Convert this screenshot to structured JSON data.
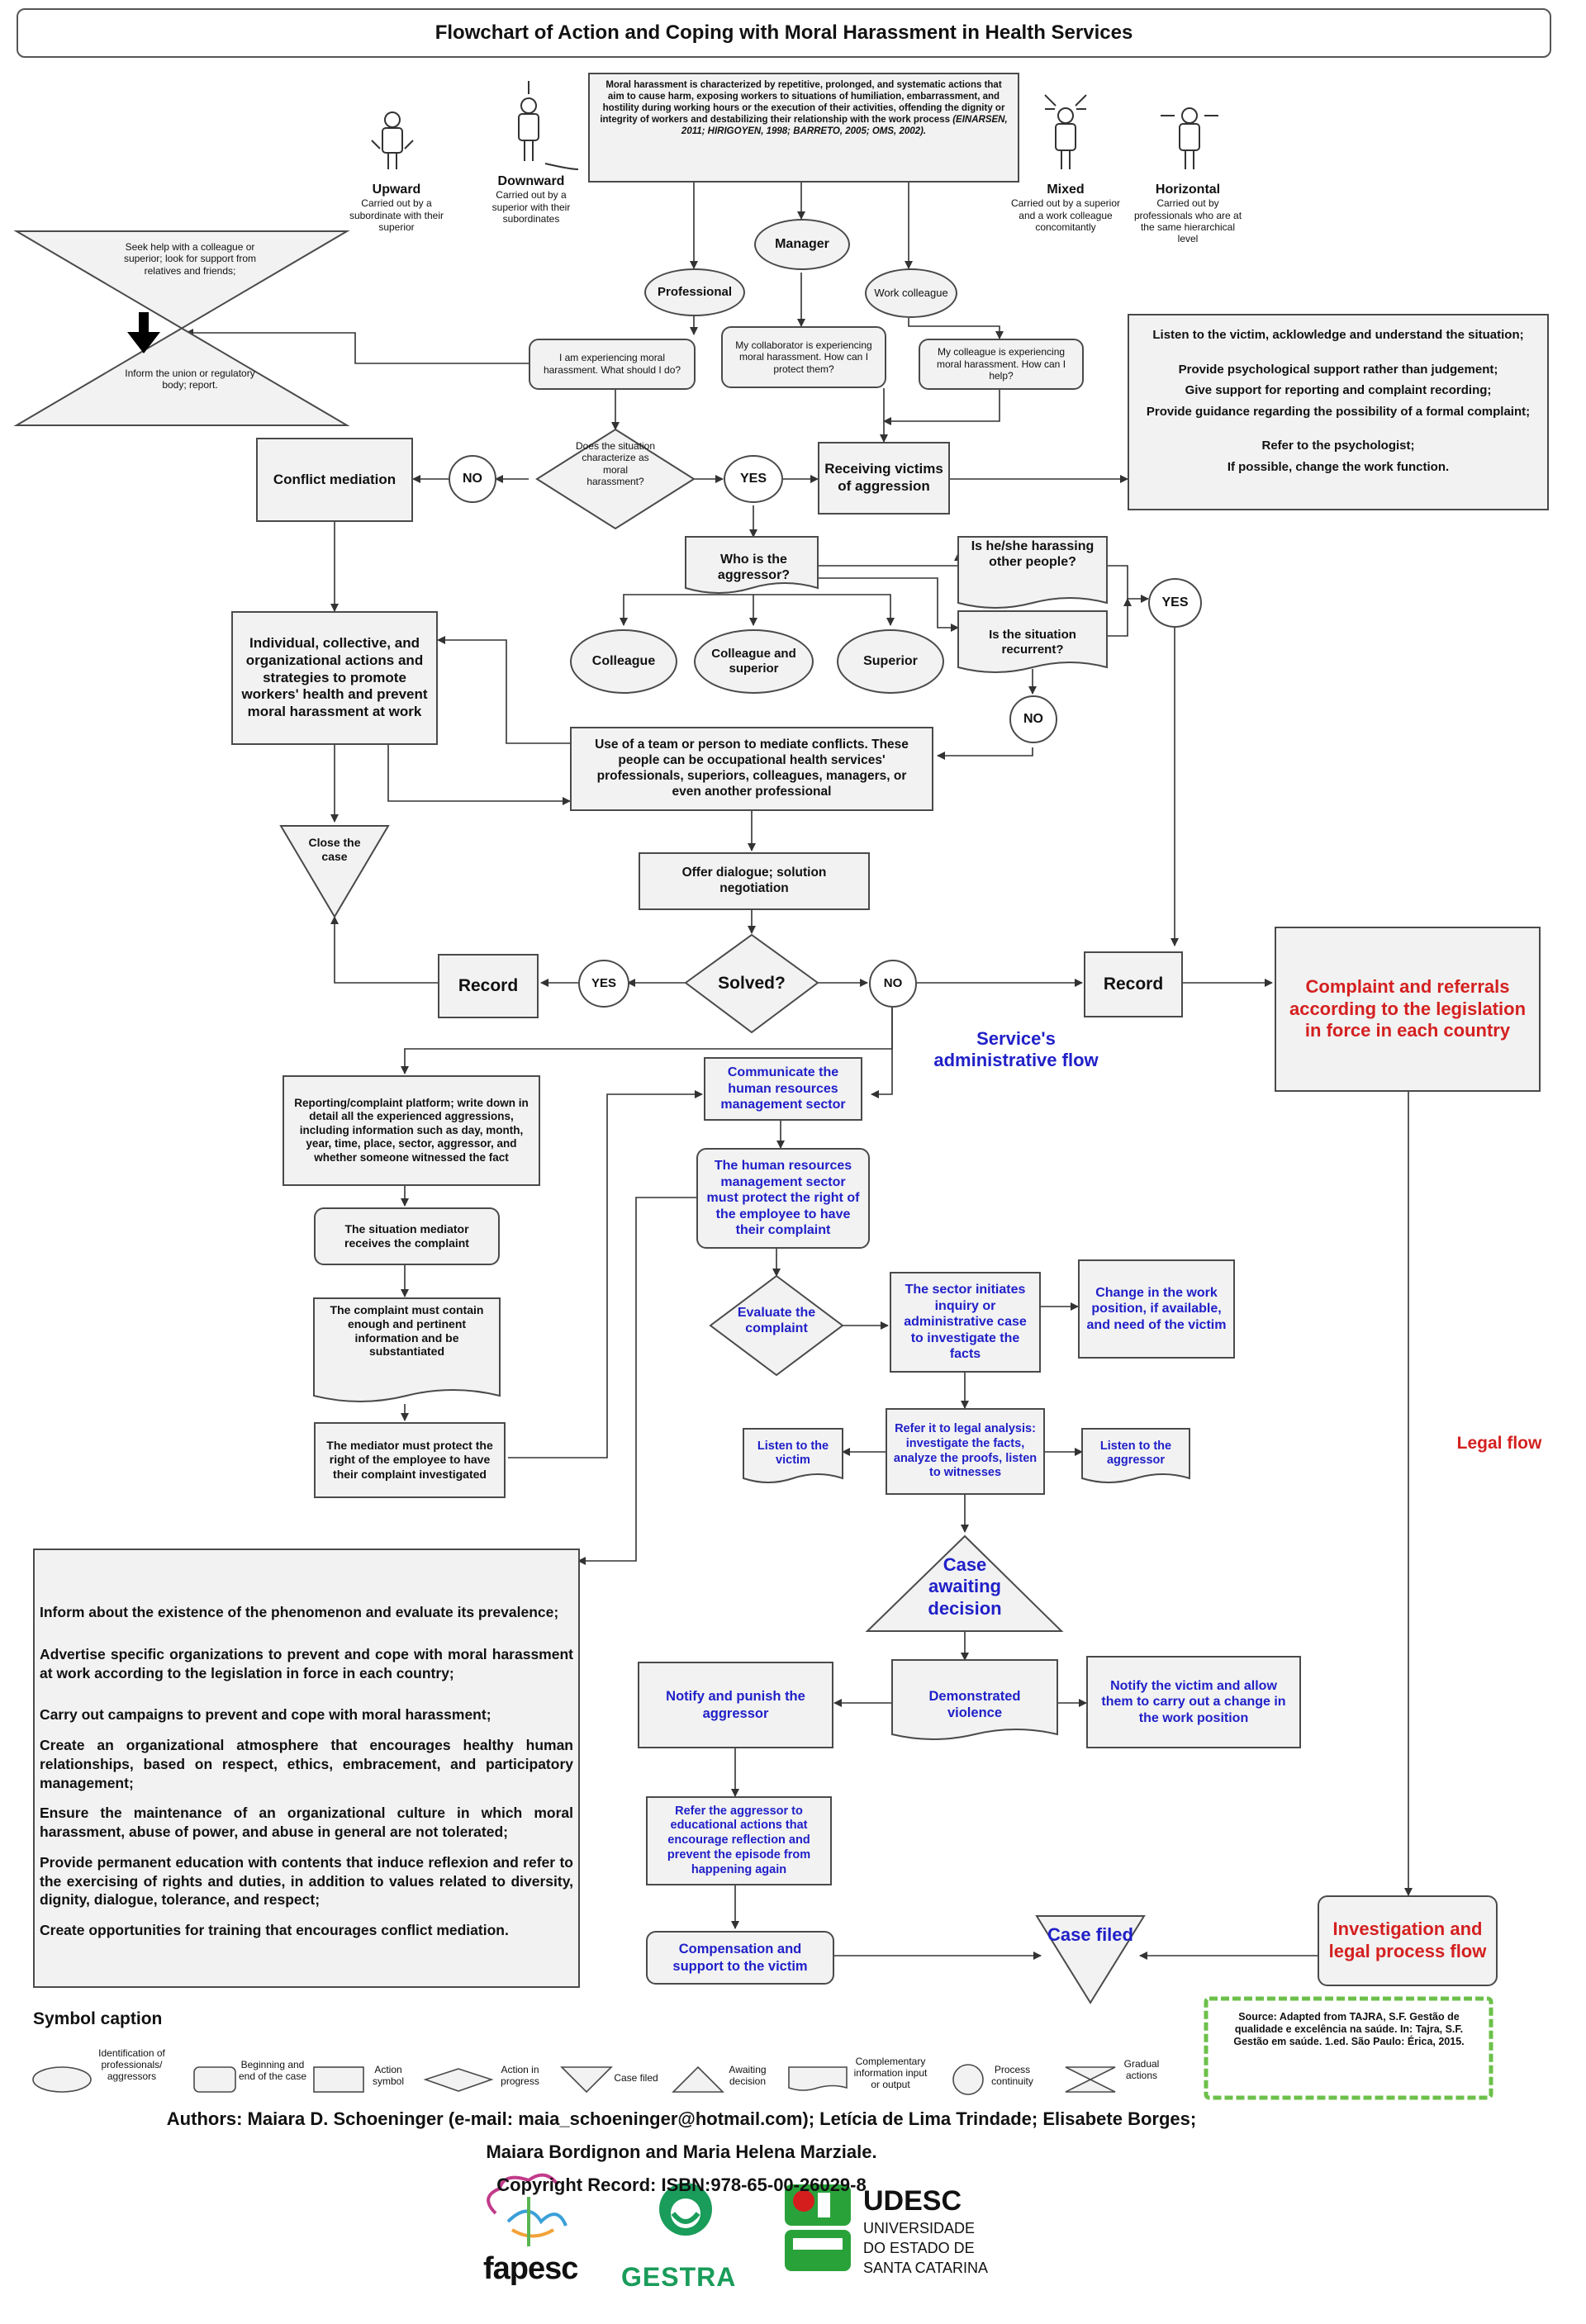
{
  "title": "Flowchart of Action and Coping with Moral Harassment in Health Services",
  "definition": {
    "text": "Moral harassment is characterized by repetitive, prolonged, and systematic actions that aim to cause harm, exposing workers to situations of humiliation, embarrassment, and hostility during working hours or the execution of their activities, offending the dignity or integrity of workers and destabilizing their relationship with the work process",
    "citation": "(EINARSEN, 2011; HIRIGOYEN, 1998; BARRETO, 2005; OMS, 2002)."
  },
  "types": [
    {
      "name": "Upward",
      "desc": "Carried out by a subordinate with their superior"
    },
    {
      "name": "Downward",
      "desc": "Carried out by a superior with their subordinates"
    },
    {
      "name": "Mixed",
      "desc": "Carried out by a superior and a work colleague concomitantly"
    },
    {
      "name": "Horizontal",
      "desc": "Carried out by professionals who are at the same hierarchical level"
    }
  ],
  "seek_help": {
    "top": "Seek help with a colleague or superior; look for support from relatives and friends;",
    "bottom": "Inform the union or regulatory body; report."
  },
  "actors": {
    "professional": "Professional",
    "manager": "Manager",
    "colleague": "Work colleague"
  },
  "statements": {
    "professional": "I am experiencing moral harassment. What should I do?",
    "manager": "My collaborator is experiencing moral harassment. How can I protect them?",
    "colleague": "My colleague is experiencing moral harassment. How can I help?"
  },
  "support_list": [
    "Listen to the victim, acklowledge and understand the situation;",
    "Provide psychological support rather than judgement;",
    "Give support for reporting and complaint recording;",
    "Provide guidance regarding the possibility of a formal complaint;",
    "Refer to the psychologist;",
    "If possible, change the work function."
  ],
  "decision_harassment": "Does the situation characterize as moral harassment?",
  "yes": "YES",
  "no": "NO",
  "conflict_mediation": "Conflict mediation",
  "receiving_victims": "Receiving victims of aggression",
  "who_aggressor": "Who is the aggressor?",
  "aggressors": {
    "colleague": "Colleague",
    "both": "Colleague and superior",
    "superior": "Superior"
  },
  "harassing_others": "Is he/she harassing other people?",
  "recurrent": "Is the situation recurrent?",
  "strategies": "Individual, collective, and organizational actions and strategies to promote workers' health and prevent moral harassment at work",
  "mediator_team": "Use of a team or person to mediate conflicts. These people can be occupational health services' professionals, superiors, colleagues, managers, or even another professional",
  "close_case": "Close the case",
  "offer_dialogue": "Offer dialogue; solution negotiation",
  "solved": "Solved?",
  "record": "Record",
  "complaint_referrals": "Complaint and referrals according to the legislation in force in each country",
  "service_flow": "Service's administrative flow",
  "legal_flow": "Legal flow",
  "reporting_platform": "Reporting/complaint platform; write down in detail all the experienced aggressions, including information such as day, month, year, time, place, sector, aggressor, and whether someone witnessed the fact",
  "mediator_receives": "The situation mediator receives the complaint",
  "complaint_contain": "The complaint must contain enough and pertinent information and be substantiated",
  "mediator_protect": "The mediator must protect the right of the employee to have their complaint investigated",
  "communicate_hr": "Communicate the human resources management sector",
  "hr_protect": "The human resources management sector must protect the right of the employee to have their complaint",
  "evaluate_complaint": "Evaluate the complaint",
  "sector_inquiry": "The sector initiates inquiry or administrative case to investigate the facts",
  "change_position": "Change in the work position, if available, and need of the victim",
  "refer_legal": "Refer it to legal analysis: investigate the facts, analyze the proofs, listen to witnesses",
  "listen_victim": "Listen to the victim",
  "listen_aggressor": "Listen to the aggressor",
  "case_awaiting": "Case awaiting decision",
  "demonstrated_violence": "Demonstrated violence",
  "notify_punish": "Notify and punish the aggressor",
  "notify_victim": "Notify the victim and allow them to carry out a change in the work position",
  "refer_educational": "Refer the aggressor to educational actions that encourage reflection and prevent the episode from happening again",
  "compensation": "Compensation and support to the victim",
  "case_filed": "Case filed",
  "investigation": "Investigation and legal process flow",
  "prevention_list": [
    "Inform about the existence of the phenomenon and evaluate its prevalence;",
    "Advertise specific organizations to prevent and cope with moral harassment at work according to the legislation in force in each country;",
    "Carry out campaigns to prevent and cope with moral harassment;",
    "Create an organizational atmosphere that encourages healthy human relationships, based on respect, ethics, embracement, and participatory management;",
    "Ensure the maintenance of an organizational culture in which moral harassment, abuse of power, and abuse in general are not tolerated;",
    "Provide permanent education with contents that induce reflexion and refer to the exercising of rights and duties, in addition to values related to diversity, dignity, dialogue, tolerance, and respect;",
    "Create opportunities for training that encourages conflict mediation."
  ],
  "caption": {
    "title": "Symbol caption",
    "items": [
      "Identification of professionals/ aggressors",
      "Beginning and end of the case",
      "Action symbol",
      "Action in progress",
      "Case filed",
      "Awaiting decision",
      "Complementary information input or output",
      "Process continuity",
      "Gradual actions"
    ]
  },
  "source": "Source: Adapted from TAJRA, S.F. Gestão de qualidade e excelência na saúde. In: Tajra, S.F. Gestão em saúde. 1.ed. São Paulo: Érica, 2015.",
  "authors_line1": "Authors: Maiara D. Schoeninger (e-mail: maia_schoeninger@hotmail.com); Letícia de Lima Trindade; Elisabete Borges;",
  "authors_line2": "Maiara Bordignon and Maria Helena Marziale.",
  "copyright": "Copyright Record: ISBN:978-65-00-26029-8",
  "logos": {
    "fapesc": "fapesc",
    "gestra": "GESTRA",
    "udesc": "UDESC",
    "udesc_sub": [
      "UNIVERSIDADE",
      "DO ESTADO DE",
      "SANTA CATARINA"
    ]
  },
  "colors": {
    "blue_text": "#2020c8",
    "red_text": "#d42020",
    "box_fill": "#f2f2f2",
    "source_border": "#6cc04a"
  }
}
